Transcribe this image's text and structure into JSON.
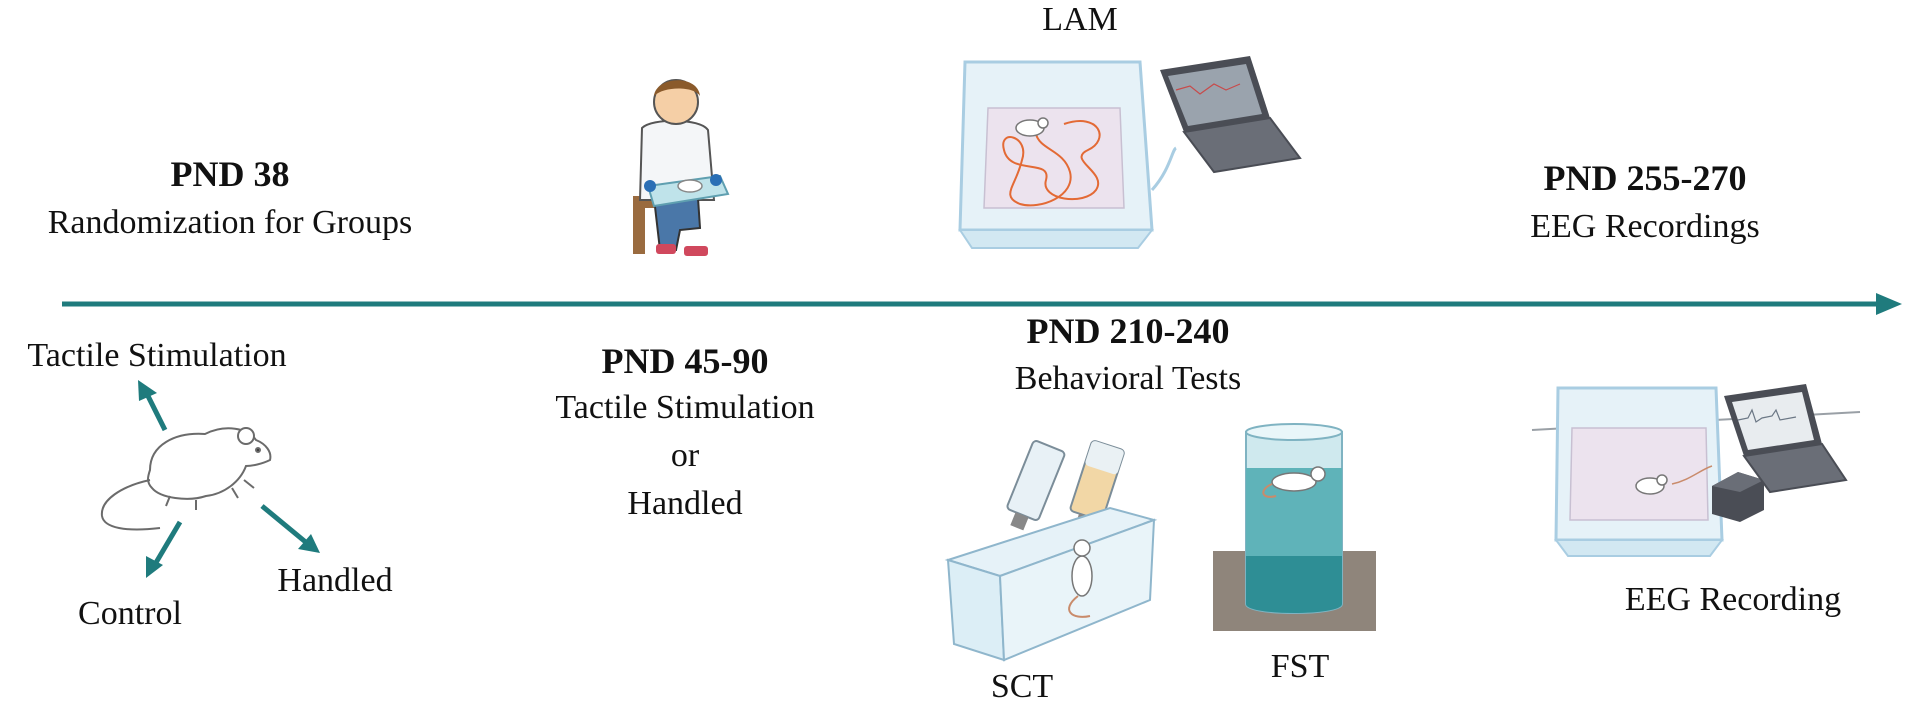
{
  "colors": {
    "accent": "#1f7b7d",
    "text": "#111111",
    "glass_fill": "#dceef6",
    "glass_edge": "#a9cde2",
    "water": "#5fb3b9",
    "floor": "#8f857b",
    "path": "#e36a35",
    "laptop": "#4a4d55"
  },
  "timeline": {
    "direction": "left-to-right"
  },
  "stages": {
    "pnd38": {
      "title": "PND 38",
      "subtitle": "Randomization for Groups"
    },
    "pnd45": {
      "title": "PND 45-90",
      "line1": "Tactile Stimulation",
      "line2": "or",
      "line3": "Handled"
    },
    "pnd210": {
      "title": "PND 210-240",
      "subtitle": "Behavioral Tests"
    },
    "pnd255": {
      "title": "PND 255-270",
      "subtitle": "EEG Recordings"
    }
  },
  "groups": {
    "tactile": "Tactile Stimulation",
    "handled": "Handled",
    "control": "Control"
  },
  "tests": {
    "lam": "LAM",
    "sct": "SCT",
    "fst": "FST",
    "eeg": "EEG Recording"
  },
  "icons": [
    "rat-outline-icon",
    "experimenter-icon",
    "open-field-box-icon",
    "laptop-icon",
    "sucrose-bottle-icon",
    "swim-cylinder-icon",
    "eeg-chamber-icon",
    "eeg-amplifier-icon"
  ]
}
